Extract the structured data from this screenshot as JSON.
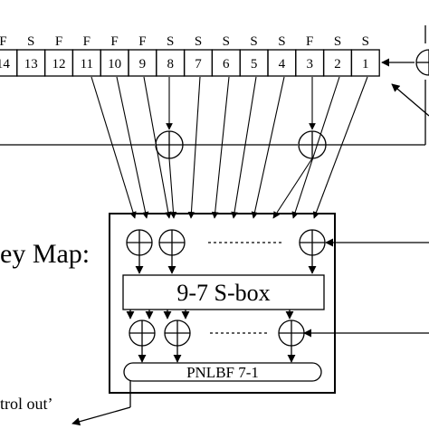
{
  "register": {
    "cells": [
      {
        "number": "14",
        "type": "F"
      },
      {
        "number": "13",
        "type": "S"
      },
      {
        "number": "12",
        "type": "F"
      },
      {
        "number": "11",
        "type": "F"
      },
      {
        "number": "10",
        "type": "F"
      },
      {
        "number": "9",
        "type": "F"
      },
      {
        "number": "8",
        "type": "S"
      },
      {
        "number": "7",
        "type": "S"
      },
      {
        "number": "6",
        "type": "S"
      },
      {
        "number": "5",
        "type": "S"
      },
      {
        "number": "4",
        "type": "S"
      },
      {
        "number": "3",
        "type": "F"
      },
      {
        "number": "2",
        "type": "S"
      },
      {
        "number": "1",
        "type": "S"
      }
    ]
  },
  "labels": {
    "key_map": "ey Map:",
    "sbox": "9-7 S-box",
    "pnlbf": "PNLBF 7-1",
    "control_out": "trol out’"
  }
}
